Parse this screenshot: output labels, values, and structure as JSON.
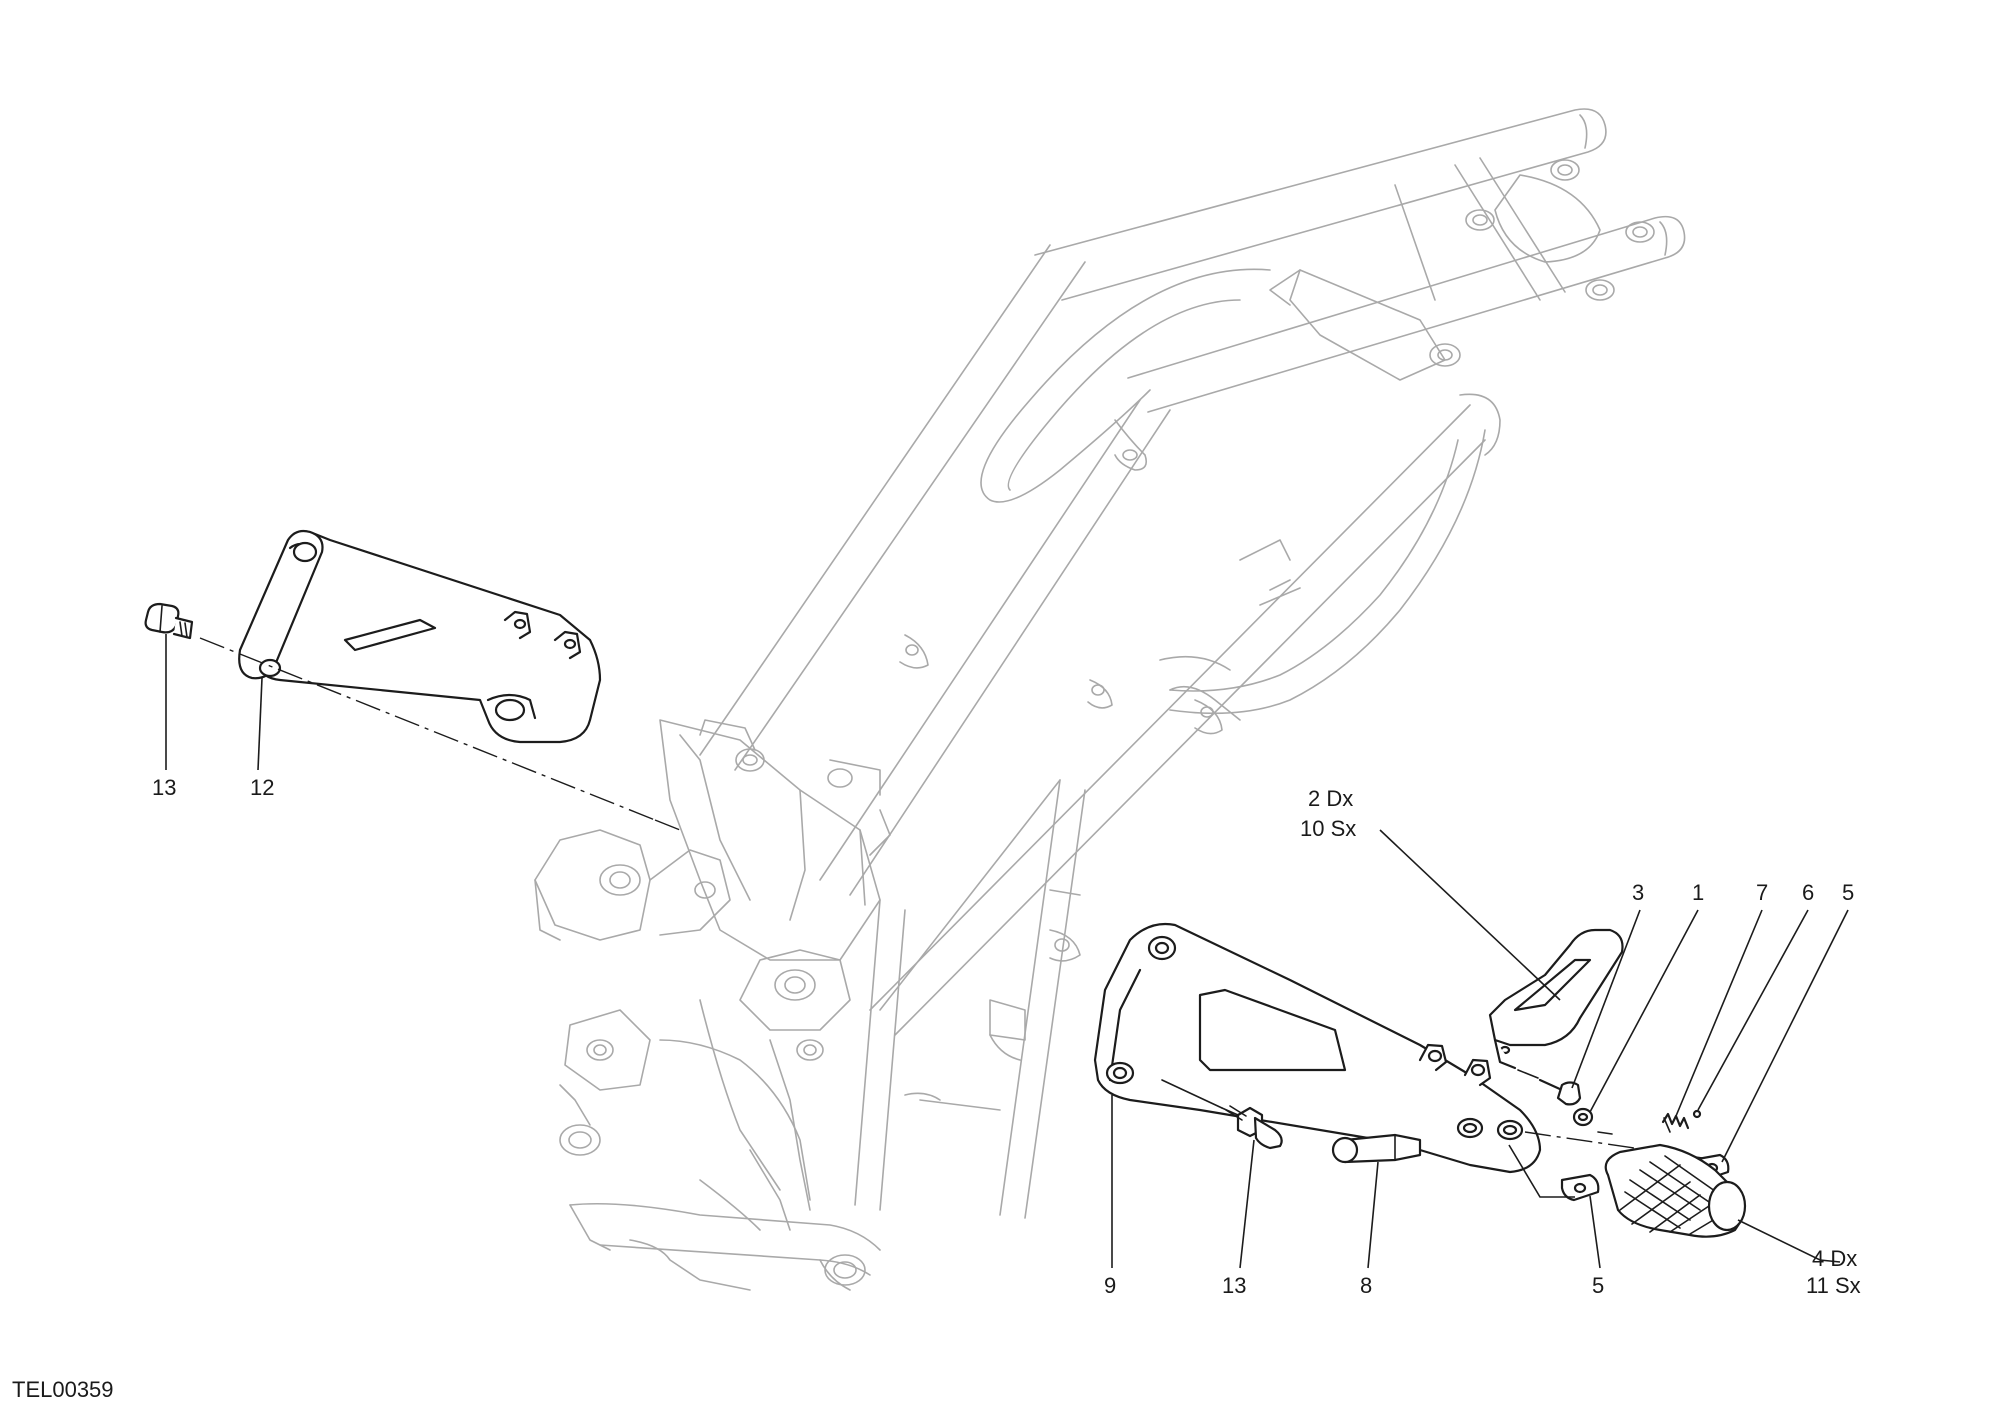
{
  "drawing_code": "TEL00359",
  "callouts": [
    {
      "id": "c13a",
      "label": "13"
    },
    {
      "id": "c12",
      "label": "12"
    },
    {
      "id": "c2dx",
      "label": "2 Dx"
    },
    {
      "id": "c10sx",
      "label": "10 Sx"
    },
    {
      "id": "c3",
      "label": "3"
    },
    {
      "id": "c1",
      "label": "1"
    },
    {
      "id": "c7",
      "label": "7"
    },
    {
      "id": "c6",
      "label": "6"
    },
    {
      "id": "c5a",
      "label": "5"
    },
    {
      "id": "c9",
      "label": "9"
    },
    {
      "id": "c13b",
      "label": "13"
    },
    {
      "id": "c8",
      "label": "8"
    },
    {
      "id": "c5b",
      "label": "5"
    },
    {
      "id": "c4dx",
      "label": "4 Dx"
    },
    {
      "id": "c11sx",
      "label": "11 Sx"
    }
  ],
  "colors": {
    "part_line": "#1c1c1c",
    "frame_line": "#a9a9a9",
    "background": "#ffffff"
  }
}
